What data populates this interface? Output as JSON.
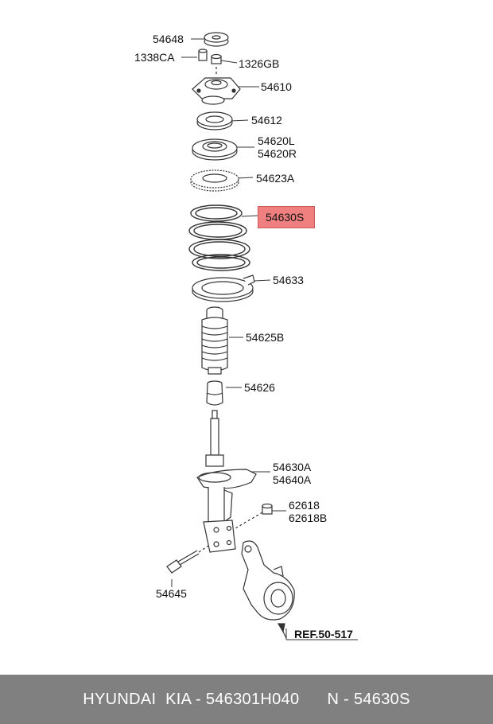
{
  "labels": {
    "p54648": "54648",
    "p1338CA": "1338CA",
    "p1326GB": "1326GB",
    "p54610": "54610",
    "p54612": "54612",
    "p54620L": "54620L",
    "p54620R": "54620R",
    "p54623A": "54623A",
    "p54630S": "54630S",
    "p54633": "54633",
    "p54625B": "54625B",
    "p54626": "54626",
    "p54630A": "54630A",
    "p54640A": "54640A",
    "p62618": "62618",
    "p62618B": "62618B",
    "p54645": "54645",
    "ref": "REF.50-517"
  },
  "footer": {
    "brand": "HYUNDAI  KIA",
    "part_number": "546301H040",
    "position_code": "54630S"
  },
  "colors": {
    "highlight": "#f08080",
    "footer_bg": "#808080",
    "line": "#333333"
  }
}
